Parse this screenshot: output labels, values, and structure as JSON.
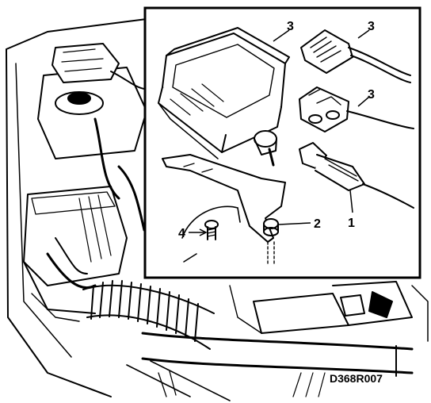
{
  "callouts": {
    "c1": "1",
    "c2": "2",
    "c3a": "3",
    "c3b": "3",
    "c3c": "3",
    "c4": "4"
  },
  "figure_code": "D368R007",
  "colors": {
    "ink": "#000000",
    "paper": "#ffffff",
    "inset_border": "#000000"
  }
}
